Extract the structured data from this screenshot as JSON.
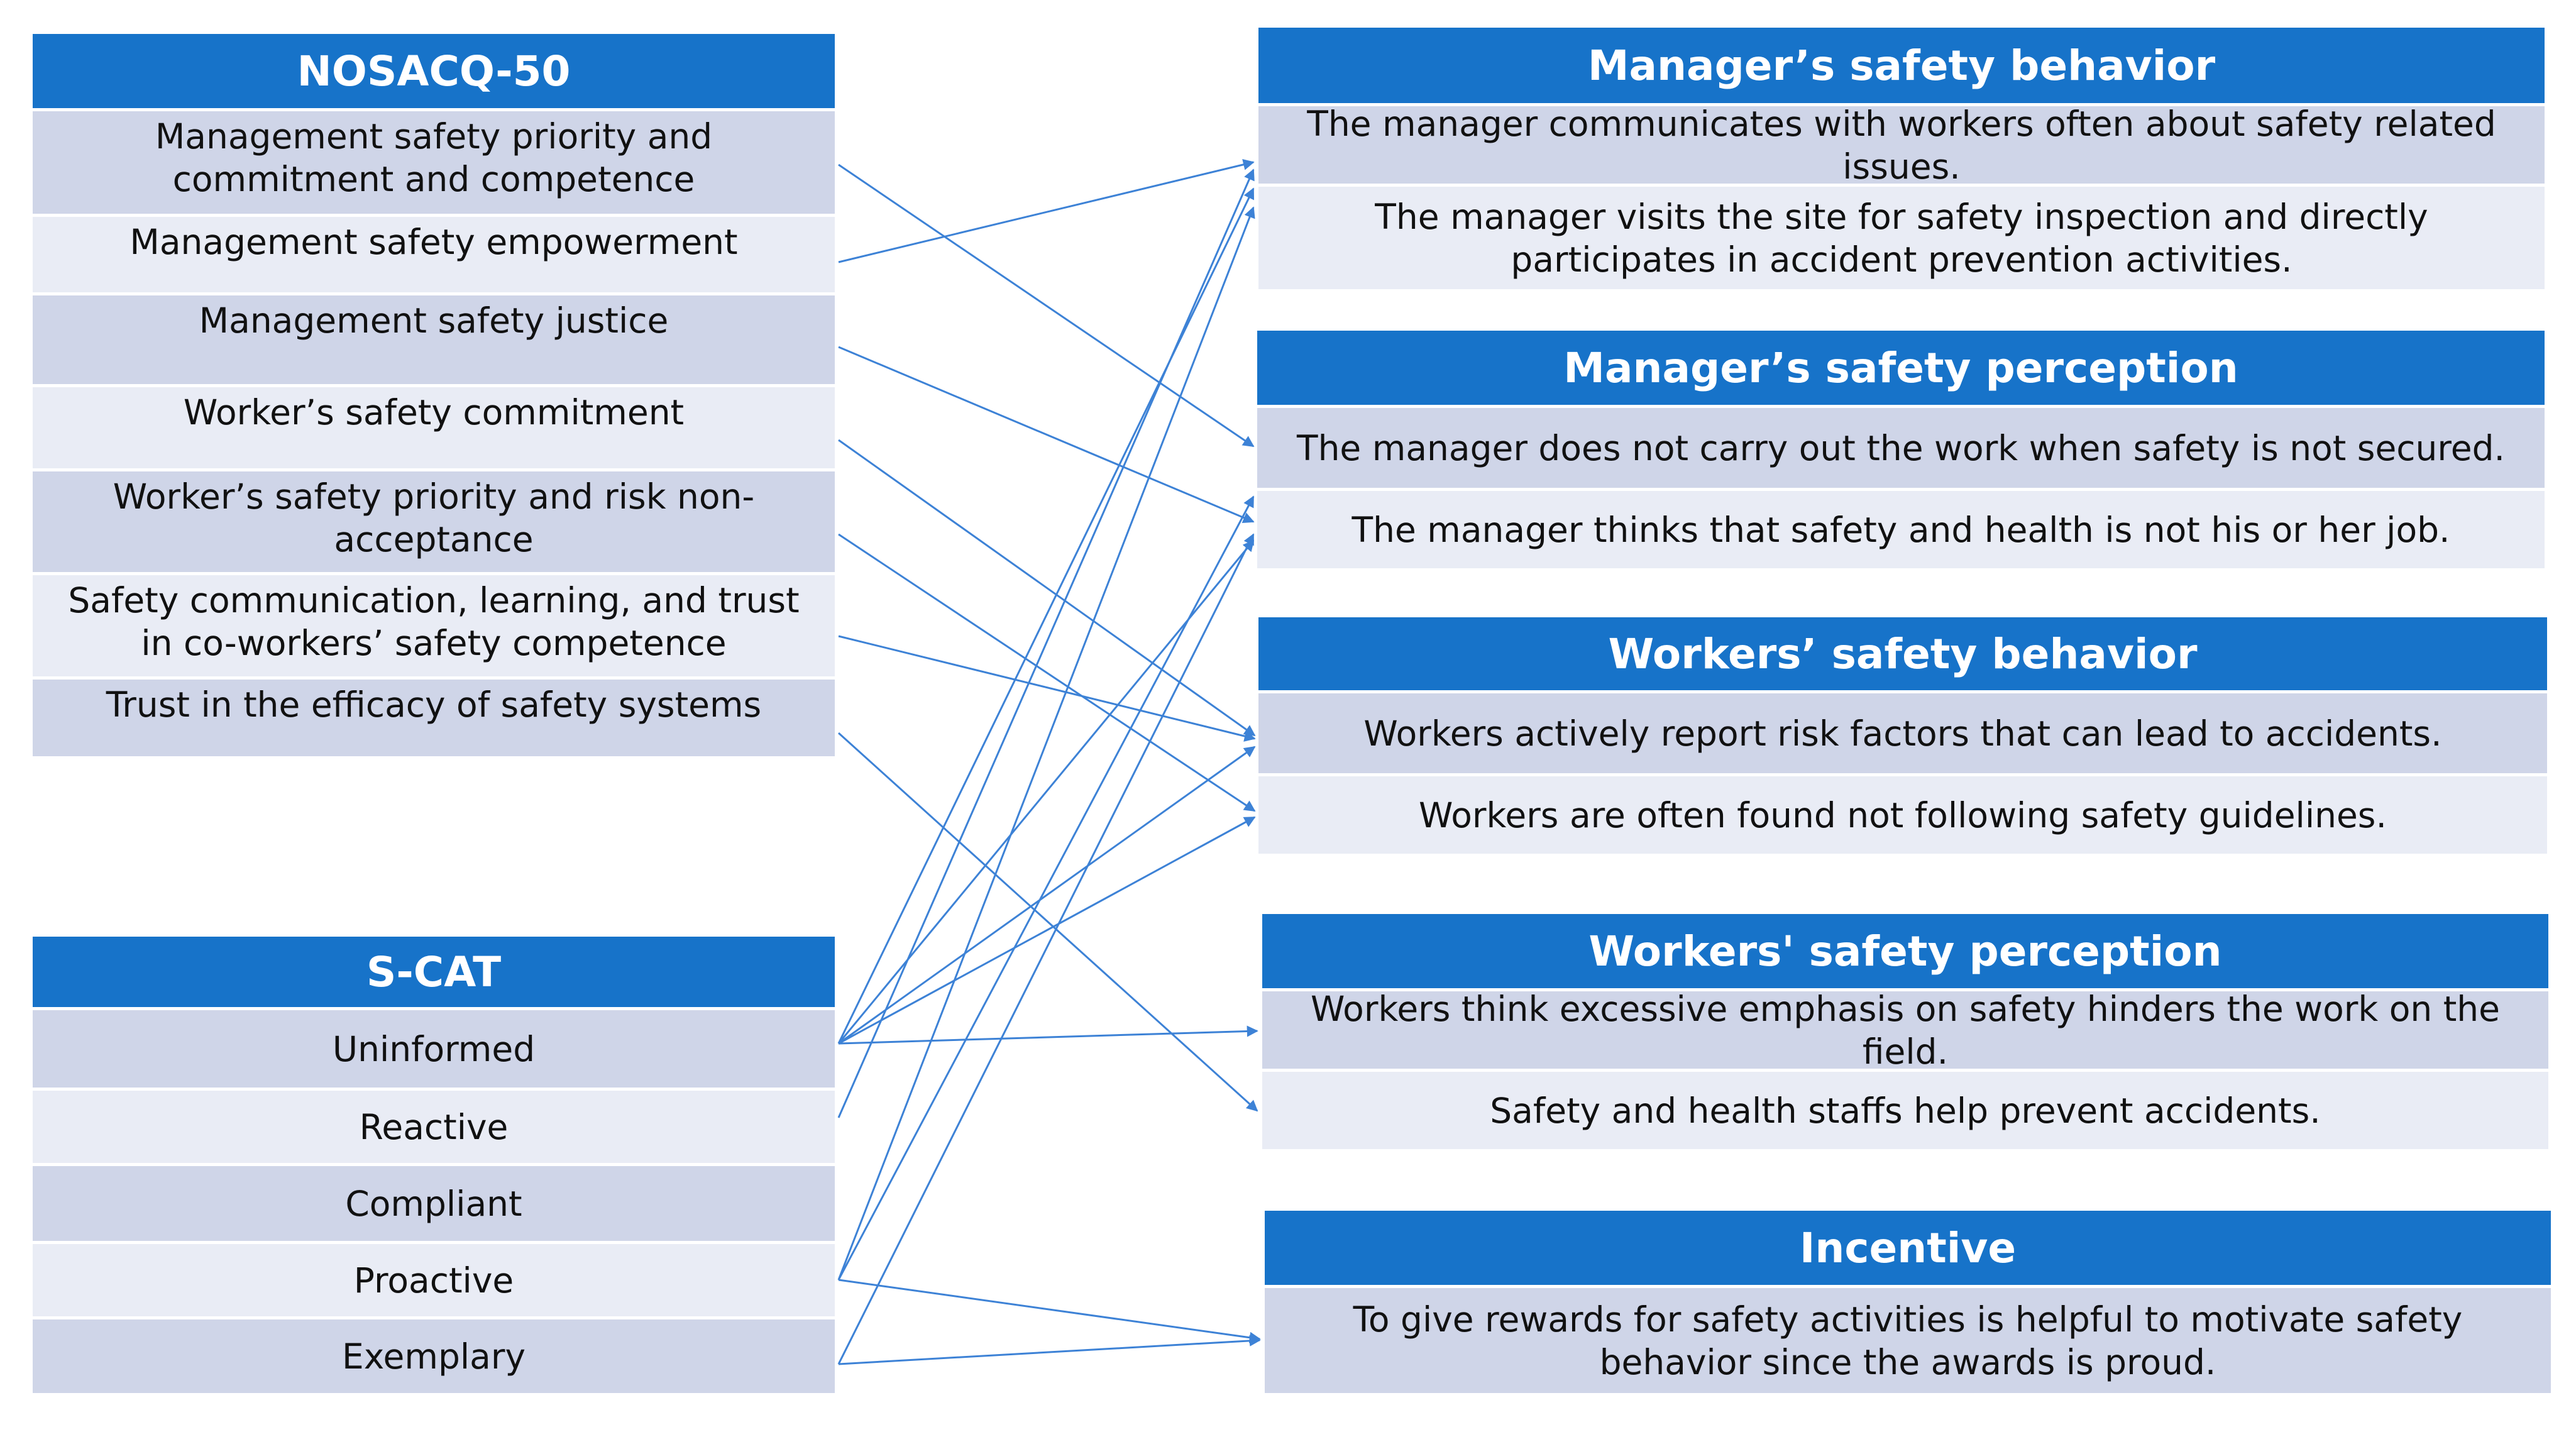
{
  "left_groups": [
    {
      "id": "nosacq",
      "header": "NOSACQ-50",
      "items": [
        "Management safety priority and commitment and competence",
        "Management safety empowerment",
        "Management safety justice",
        "Worker’s safety commitment",
        "Worker’s safety priority and risk non-acceptance",
        "Safety communication, learning, and trust in co-workers’ safety competence",
        "Trust in the efficacy of safety systems"
      ]
    },
    {
      "id": "scat",
      "header": "S-CAT",
      "items": [
        "Uninformed",
        "Reactive",
        "Compliant",
        "Proactive",
        "Exemplary"
      ]
    }
  ],
  "right_groups": [
    {
      "id": "manager-behavior",
      "header": "Manager’s safety behavior",
      "items": [
        "The manager communicates with workers often about safety related issues.",
        "The manager visits the site for safety inspection and directly participates in accident prevention activities."
      ]
    },
    {
      "id": "manager-perception",
      "header": "Manager’s safety perception",
      "items": [
        "The manager does not carry out the work when safety is not secured.",
        "The manager thinks that safety and health is not his or her job."
      ]
    },
    {
      "id": "workers-behavior",
      "header": "Workers’ safety behavior",
      "items": [
        "Workers actively report risk factors that can lead to accidents.",
        "Workers are often found not following safety guidelines."
      ]
    },
    {
      "id": "workers-perception",
      "header": "Workers' safety perception",
      "items": [
        "Workers think excessive emphasis on safety hinders the work on the field.",
        "Safety and health staffs help prevent accidents."
      ]
    },
    {
      "id": "incentive",
      "header": "Incentive",
      "items": [
        "To give rewards for safety activities is helpful to motivate safety behavior since the awards is proud."
      ]
    }
  ],
  "colors": {
    "header": "#1773c9",
    "row_dark": "#cfd5e8",
    "row_light": "#e9ecf5",
    "arrow": "#3d82d6"
  }
}
